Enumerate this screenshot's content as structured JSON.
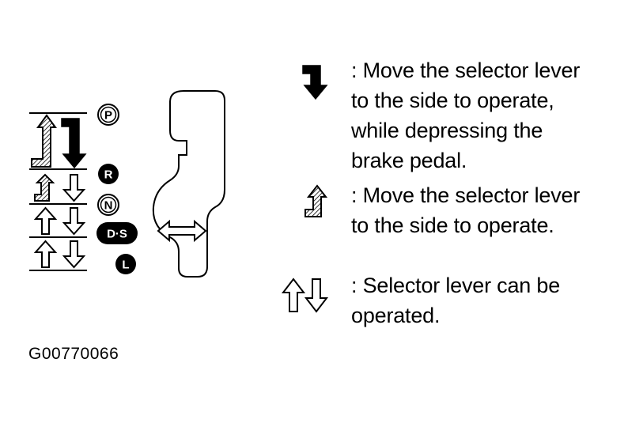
{
  "gears": {
    "p": "P",
    "r": "R",
    "n": "N",
    "ds": "D·S",
    "l": "L"
  },
  "legend": {
    "down_arrow_text": ": Move the selector lever\n  to the side to operate,\n  while depressing the\n  brake pedal.",
    "up_arrow_text": ": Move the selector lever\n  to the side to operate.",
    "free_arrow_text": ": Selector lever can be\n  operated."
  },
  "figure_id": "G00770066",
  "colors": {
    "ink": "#000000",
    "background": "#ffffff"
  },
  "icons": {
    "solid_down": "solid-bent-down-arrow-icon",
    "hatched_up": "hatched-bent-up-arrow-icon",
    "outline_up": "outline-up-arrow-icon",
    "outline_down": "outline-down-arrow-icon",
    "double_arrow": "horizontal-double-arrow-icon"
  }
}
